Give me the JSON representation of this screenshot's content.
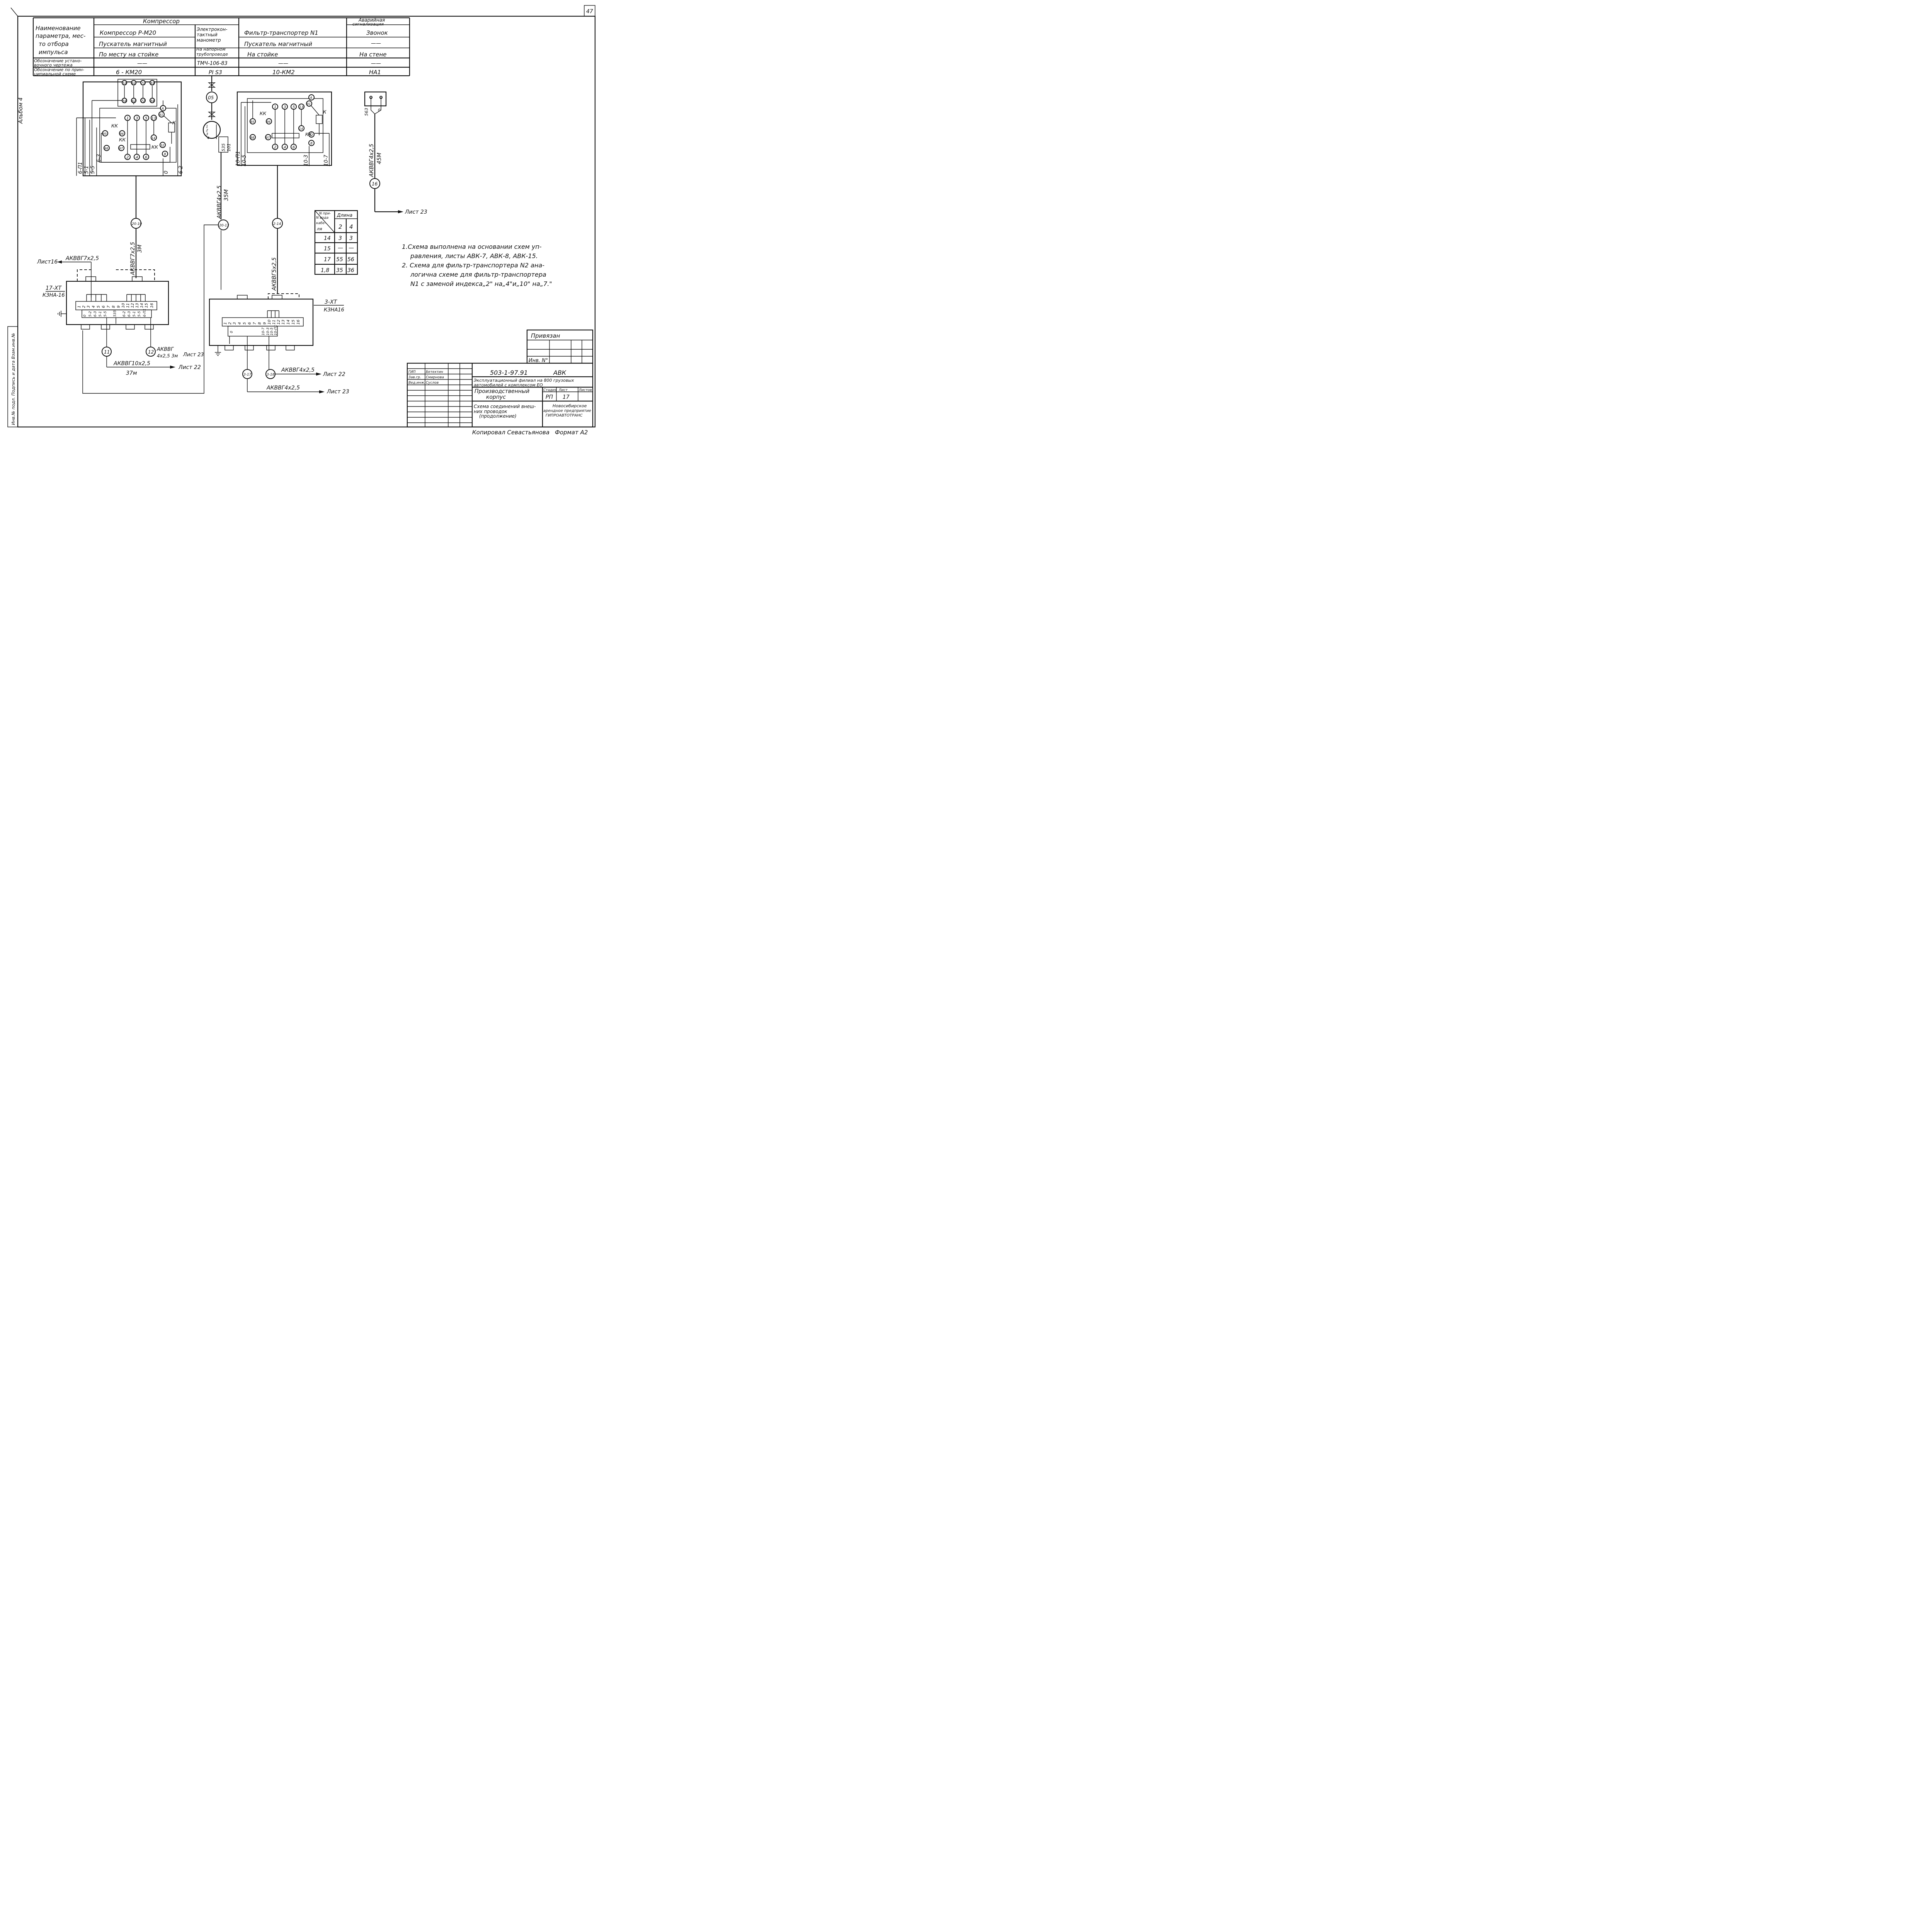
{
  "page_number": "47",
  "album": "Альбом 4",
  "side_stamp": "Инв.№ подл. Подпись и дата Взам.инв.№",
  "header": {
    "row_label": "Наименование параметра, место отбора импульса",
    "row_label_lines": [
      "Наименование",
      "параметра, мес-",
      "то отбора",
      "импульса"
    ],
    "install_label": "Обозначение установочного чертежа",
    "install_lines": [
      "Обозначение устано-",
      "вочного чертежа"
    ],
    "schema_label": "Обозначение по принципиальной схеме",
    "schema_lines": [
      "Обозначение по прин-",
      "ципиальной схеме"
    ],
    "group_title": "Компрессор",
    "compressor_param": "Компрессор Р-М20",
    "compressor_device": "Пускатель магнитный",
    "compressor_place": "По месту на стойке",
    "compressor_install": "——",
    "compressor_schema": "6 - КМ20",
    "manometer_param": "Электроконтактный манометр",
    "manometer_param_lines": [
      "Электрокон-",
      "тактный",
      "манометр"
    ],
    "manometer_place_lines": [
      "На напорном",
      "трубопроводе"
    ],
    "manometer_install": "ТМЧ-106-83",
    "manometer_schema": "PI S3",
    "filter_param": "Фильтр-транспортер N1",
    "filter_device": "Пускатель магнитный",
    "filter_place": "На стойке",
    "filter_install": "——",
    "filter_schema": "10-КМ2",
    "alarm_title": "Аварийная сигнализация",
    "alarm_title_lines": [
      "Аварийная",
      "сигнализация"
    ],
    "alarm_param": "Звонок",
    "alarm_device": "——",
    "alarm_place": "На стене",
    "alarm_install": "——",
    "alarm_schema": "НА1"
  },
  "devices": {
    "compressor_starter": {
      "terminals_top": [
        "53",
        "61",
        "71",
        "83"
      ],
      "terminals_top2": [
        "54",
        "62",
        "72",
        "84"
      ],
      "contacts": [
        "1",
        "3",
        "5",
        "13"
      ],
      "contacts_bottom": [
        "2",
        "4",
        "6"
      ],
      "aux": [
        "95",
        "96",
        "98",
        "97",
        "14",
        "32",
        "8",
        "A",
        "91"
      ],
      "kk": "КК",
      "k": "К",
      "wires": [
        "6-П1",
        "5-1",
        "5-5",
        "6-3",
        "0",
        "6-2"
      ]
    },
    "filter_starter": {
      "contacts": [
        "1",
        "3",
        "5",
        "13"
      ],
      "contacts_bottom": [
        "2",
        "4",
        "6"
      ],
      "aux": [
        "95",
        "96",
        "98",
        "97",
        "14",
        "32",
        "8",
        "A",
        "91"
      ],
      "kk": "КК",
      "k": "К",
      "wires": [
        "10-П1",
        "10-5",
        "10-3",
        "10-7"
      ]
    },
    "manometer": {
      "valve_mark": "05",
      "pins": [
        "1",
        "2",
        "3",
        "4"
      ],
      "wires": [
        "535",
        "101"
      ]
    },
    "bell": {
      "wire": "563",
      "mark": "0"
    }
  },
  "cable_marks": {
    "c20_10": "20-10",
    "c20_13": "20-13",
    "c2_14": "2-14",
    "c16": "16",
    "c11": "11",
    "c12": "12",
    "c3_17": "3-17",
    "c3_18": "3-18"
  },
  "cables": {
    "main_compressor": "АКВВГ7х2,5",
    "main_compressor_len": "3М",
    "manometer": "АКВВГ4х2,5",
    "manometer_len": "35М",
    "filter": "АКВВГ5х2,5",
    "bell": "АКВВГ4х2,5",
    "bell_len": "45М",
    "sheet16": "АКВВГ7х2,5",
    "c11": "АКВВГ10х2,5",
    "c11_len": "37м",
    "c12": "АКВВГ",
    "c12_spec": "4х2,5 3м",
    "c3_18": "АКВВГ4х2,5",
    "c3_17": "АКВВГ4х2,5"
  },
  "references": {
    "sheet16": "Лист16",
    "sheet23_bell": "Лист 23",
    "sheet23_c12": "Лист 23",
    "sheet22_c11": "Лист 22",
    "sheet22_c318": "Лист 22",
    "sheet23_c317": "Лист 23"
  },
  "terminal_blocks": {
    "xt17": {
      "label": "17-ХТ",
      "type": "КЗНА-16",
      "top": [
        "1",
        "2",
        "3",
        "4",
        "5",
        "6",
        "7",
        "8",
        "9",
        "10",
        "11",
        "12",
        "13",
        "14",
        "15",
        "16"
      ],
      "bottom": [
        "0",
        "5-2",
        "6-3",
        "5-1",
        "5-5",
        "535",
        "",
        "6-2",
        "6-3",
        "5-1",
        "5-5",
        "6-П1"
      ]
    },
    "xt3": {
      "label": "3-ХТ",
      "type": "КЗНА16",
      "top": [
        "1",
        "2",
        "3",
        "4",
        "5",
        "6",
        "7",
        "8",
        "9",
        "10",
        "11",
        "12",
        "13",
        "14",
        "15",
        "16"
      ],
      "bottom": [
        "0",
        "",
        "",
        "",
        "",
        "",
        "",
        "",
        "",
        "10-7",
        "10-3",
        "10-5",
        "10-П1"
      ]
    }
  },
  "length_table": {
    "header_cable": "N кабеля",
    "header_cable_lines": [
      "N при-",
      "N вода",
      "кабе-",
      "ля"
    ],
    "header_length": "Длина",
    "columns": [
      "2",
      "4"
    ],
    "rows": [
      {
        "cable": "14",
        "v1": "3",
        "v2": "3"
      },
      {
        "cable": "15",
        "v1": "—",
        "v2": "—"
      },
      {
        "cable": "17",
        "v1": "55",
        "v2": "56"
      },
      {
        "cable": "1,8",
        "v1": "35",
        "v2": "36"
      }
    ]
  },
  "notes": [
    "1.Схема выполнена на основании схем уп-",
    "равления, листы АВК-7, АВК-8, АВК-15.",
    "2. Схема для фильтр-транспортера N2 ана-",
    "логична схеме для фильтр-транспортера",
    "N1 с заменой индекса„2\" на„4\"и„10\" на„7.\""
  ],
  "privyazan": {
    "title": "Привязан",
    "inv": "Инв. N°"
  },
  "title_block": {
    "roles": [
      {
        "role": "ГИП",
        "name": "Бетехтин"
      },
      {
        "role": "Зав.гр.",
        "name": "Смирнова"
      },
      {
        "role": "Вед.инж.",
        "name": "Суслов"
      }
    ],
    "code": "503-1-97.91",
    "mark": "АВК",
    "object": "Эксплуатационный филиал на 800 грузовых автомобилей с комплексом ЕО",
    "object_lines": [
      "Эксплуатационный филиал на 800 грузовых",
      "автомобилей с комплексом ЕО"
    ],
    "building": "Производственный корпус",
    "building_lines": [
      "Производственный",
      "корпус"
    ],
    "sheet_title_lines": [
      "Схема соединений внеш-",
      "них проводок",
      "(продолжение)"
    ],
    "stage_label": "Стадия",
    "sheet_label": "Лист",
    "sheets_label": "Листов",
    "stage": "РП",
    "sheet": "17",
    "org_lines": [
      "Новосибирское",
      "арендное предприятие",
      "ГИПРОАВТОТРАНС"
    ]
  },
  "footer": {
    "copied": "Копировал Севастьянова",
    "format": "Формат А2"
  }
}
